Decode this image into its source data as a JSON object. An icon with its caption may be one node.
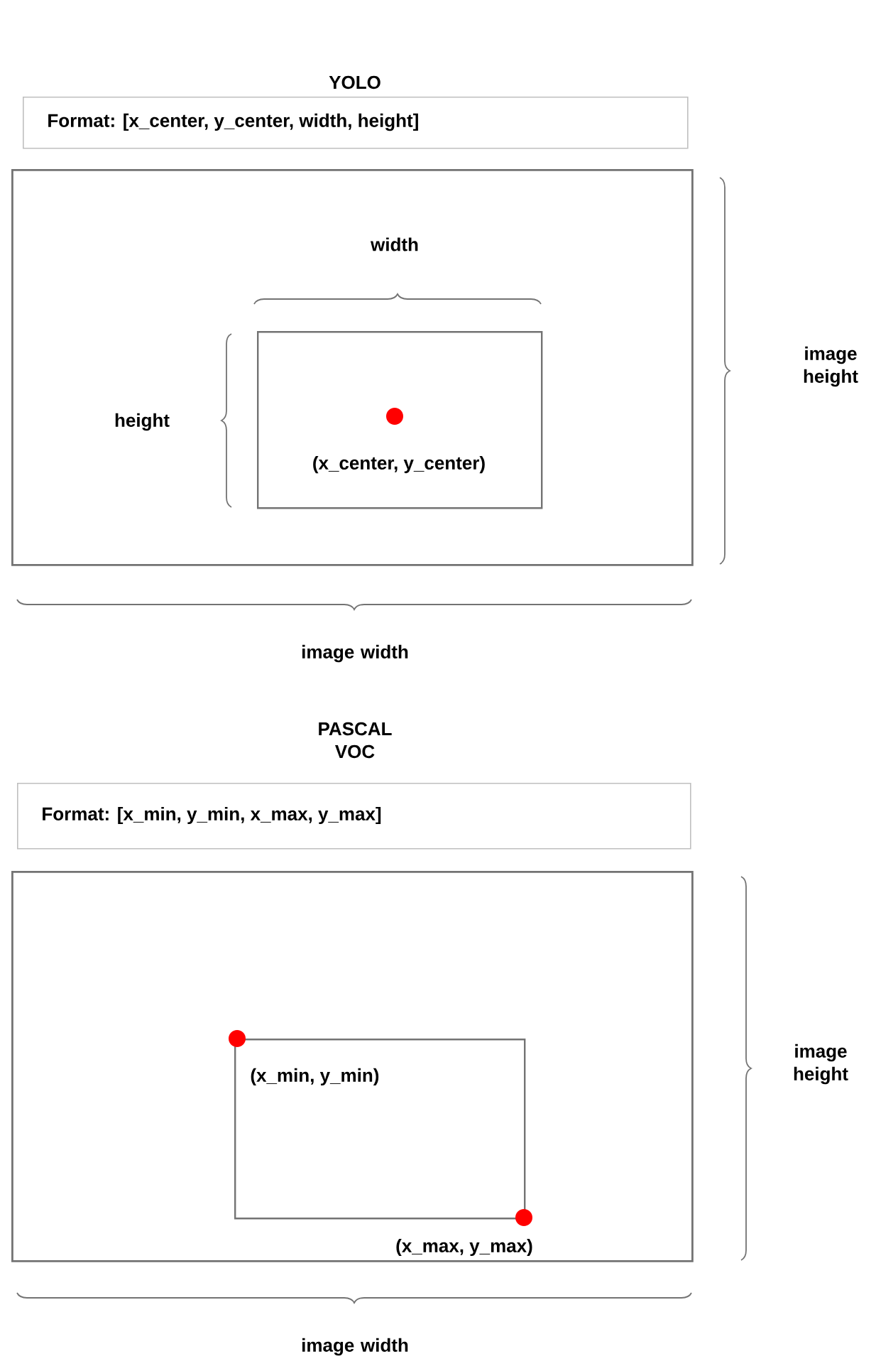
{
  "diagram": {
    "nodes": [
      {
        "text": [
          "Format: [x_center, y_center, width, height]"
        ]
      },
      {
        "text": [],
        "shape": "box"
      },
      {
        "text": [
          "(x_center, y_center)"
        ],
        "in": 1
      },
      {
        "text": [
          "Format: [x_min, y_min, x_max, y_max]"
        ]
      },
      {
        "text": [],
        "shape": "box"
      },
      {
        "text": [
          "(x_min, y_min)"
        ],
        "in": 4,
        "beside": [
          "(x_max, y_max)"
        ]
      }
    ],
    "labels": [
      "YOLO",
      "width",
      "height",
      "image height",
      "image width",
      "PASCAL VOC",
      "image height",
      "image width"
    ]
  }
}
